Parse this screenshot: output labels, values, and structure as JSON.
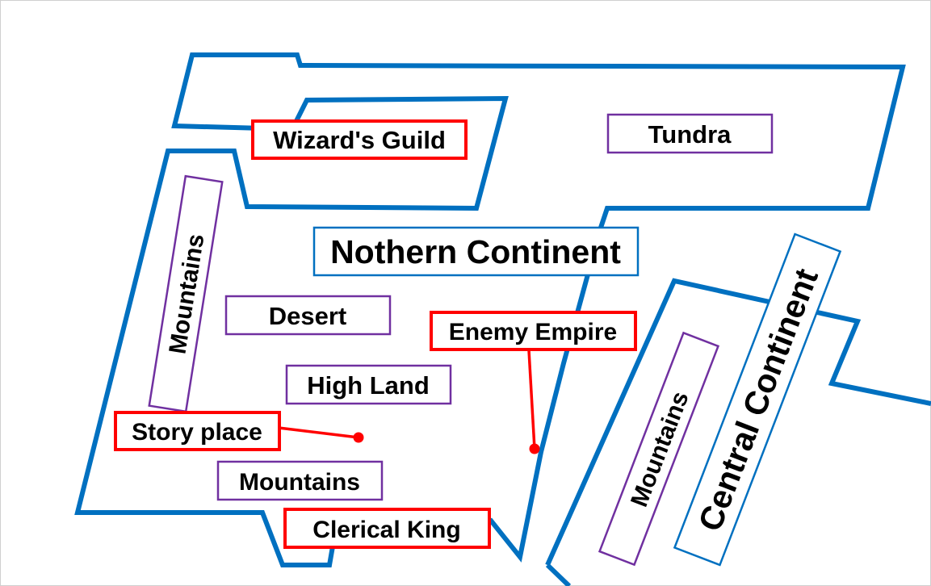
{
  "colors": {
    "coast": "#0070c0",
    "region_box": "#7030a0",
    "place_box": "#ff0000",
    "title_box": "#0070c0",
    "pointer": "#ff0000",
    "text": "#000000"
  },
  "continents": {
    "northern": "Nothern Continent",
    "central": "Central Continent"
  },
  "regions": {
    "tundra": "Tundra",
    "mountains_west": "Mountains",
    "desert": "Desert",
    "high_land": "High Land",
    "mountains_south": "Mountains",
    "mountains_central": "Mountains"
  },
  "places": {
    "wizards_guild": "Wizard's Guild",
    "enemy_empire": "Enemy Empire",
    "story_place": "Story place",
    "clerical_king": "Clerical King"
  }
}
